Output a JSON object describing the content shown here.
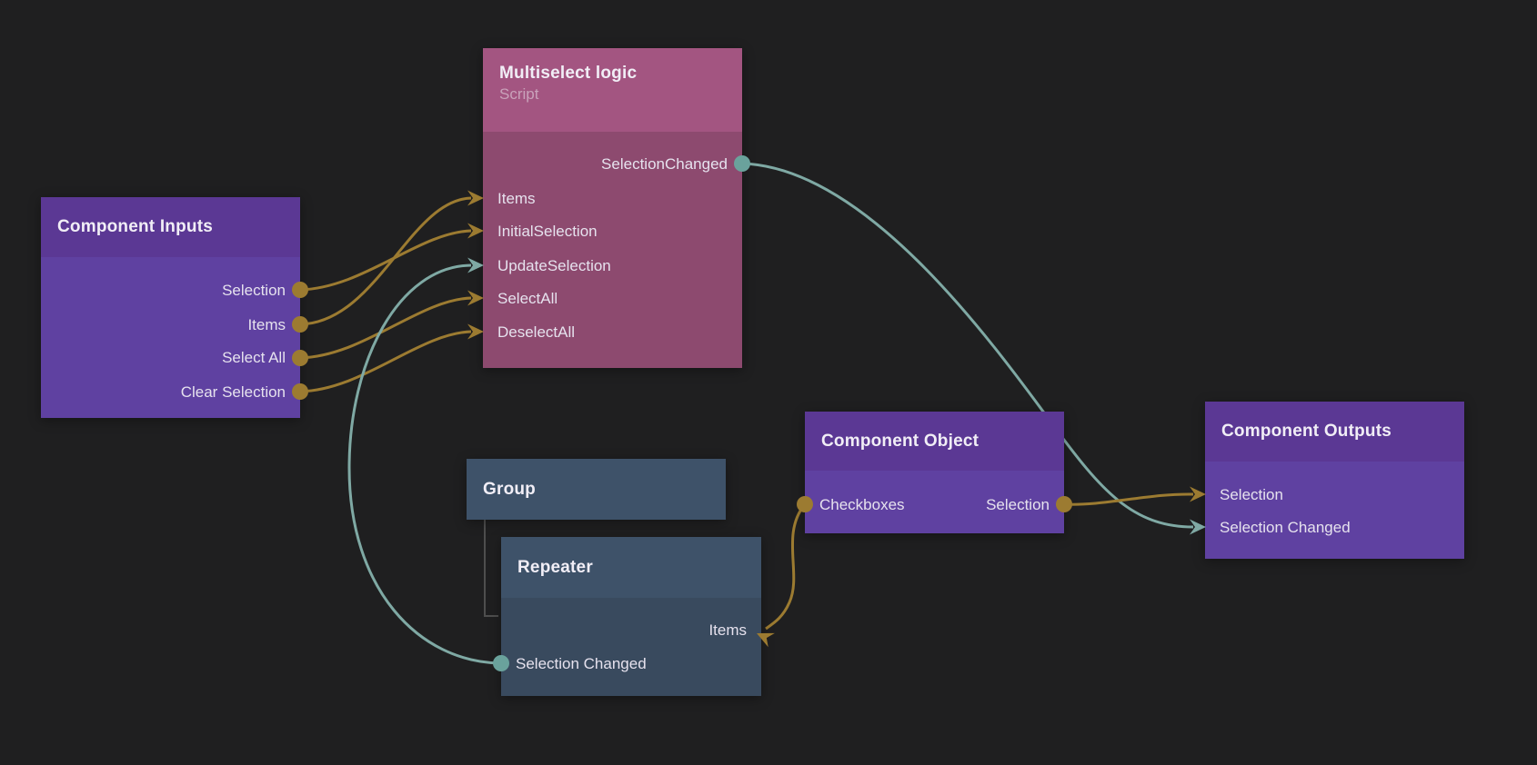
{
  "palette": {
    "background": "#1f1f20",
    "gold_wire": "#9c7b31",
    "teal_wire": "#7fa9a4",
    "teal_dot": "#6aa29c",
    "purple_header": "#5b3894",
    "purple_body": "#5f41a1",
    "pink_header": "#a35581",
    "pink_body": "#8d4a6f",
    "steel_header": "#3e5269",
    "steel_body": "#394a5e"
  },
  "nodes": {
    "component_inputs": {
      "title": "Component Inputs",
      "outputs": [
        {
          "label": "Selection",
          "type": "data"
        },
        {
          "label": "Items",
          "type": "data"
        },
        {
          "label": "Select All",
          "type": "data"
        },
        {
          "label": "Clear Selection",
          "type": "data"
        }
      ]
    },
    "multiselect_logic": {
      "title": "Multiselect logic",
      "subtitle": "Script",
      "outputs": [
        {
          "label": "SelectionChanged",
          "type": "signal"
        }
      ],
      "inputs": [
        {
          "label": "Items",
          "type": "data"
        },
        {
          "label": "InitialSelection",
          "type": "data"
        },
        {
          "label": "UpdateSelection",
          "type": "signal"
        },
        {
          "label": "SelectAll",
          "type": "data"
        },
        {
          "label": "DeselectAll",
          "type": "data"
        }
      ]
    },
    "group": {
      "title": "Group"
    },
    "repeater": {
      "title": "Repeater",
      "inputs": [
        {
          "label": "Items",
          "type": "data"
        }
      ],
      "outputs": [
        {
          "label": "Selection Changed",
          "type": "signal"
        }
      ]
    },
    "component_object": {
      "title": "Component Object",
      "outputs_left": [
        {
          "label": "Checkboxes",
          "type": "data"
        }
      ],
      "outputs_right": [
        {
          "label": "Selection",
          "type": "data"
        }
      ]
    },
    "component_outputs": {
      "title": "Component Outputs",
      "inputs": [
        {
          "label": "Selection",
          "type": "data"
        },
        {
          "label": "Selection Changed",
          "type": "signal"
        }
      ]
    }
  },
  "connections": [
    {
      "from": "Component Inputs.Selection",
      "to": "Multiselect logic.InitialSelection",
      "color": "#9c7b31"
    },
    {
      "from": "Component Inputs.Items",
      "to": "Multiselect logic.Items",
      "color": "#9c7b31"
    },
    {
      "from": "Component Inputs.Select All",
      "to": "Multiselect logic.SelectAll",
      "color": "#9c7b31"
    },
    {
      "from": "Component Inputs.Clear Selection",
      "to": "Multiselect logic.DeselectAll",
      "color": "#9c7b31"
    },
    {
      "from": "Repeater.Selection Changed",
      "to": "Multiselect logic.UpdateSelection",
      "color": "#7fa9a4"
    },
    {
      "from": "Multiselect logic.SelectionChanged",
      "to": "Component Outputs.Selection Changed",
      "color": "#7fa9a4"
    },
    {
      "from": "Component Object.Selection",
      "to": "Component Outputs.Selection",
      "color": "#9c7b31"
    },
    {
      "from": "Component Object.Checkboxes",
      "to": "Repeater.Items",
      "color": "#9c7b31"
    }
  ]
}
